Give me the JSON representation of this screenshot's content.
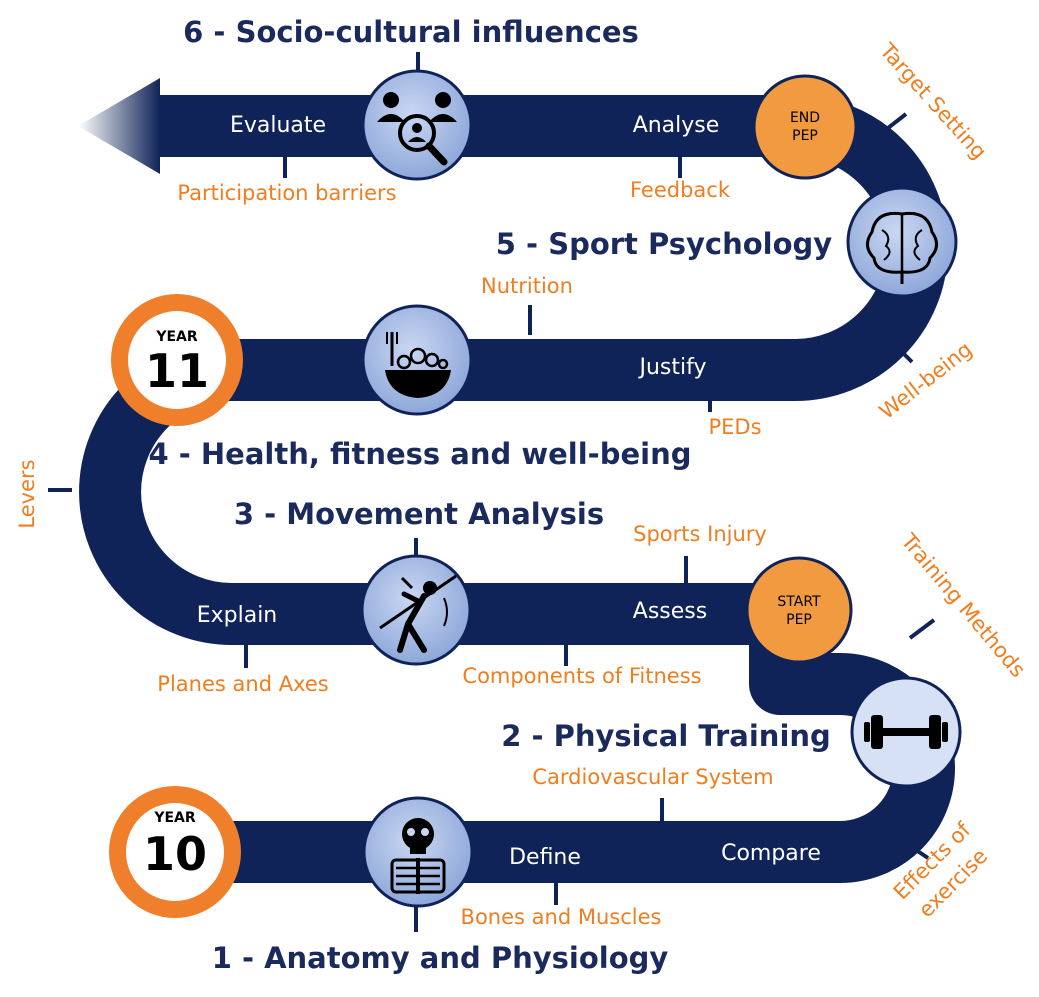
{
  "units": {
    "u1": "1 - Anatomy and Physiology",
    "u2": "2 - Physical Training",
    "u3": "3 - Movement Analysis",
    "u4": "4 - Health, fitness and well-being",
    "u5": "5 - Sport Psychology",
    "u6": "6 - Socio-cultural influences"
  },
  "skills": {
    "define": "Define",
    "compare": "Compare",
    "assess": "Assess",
    "explain": "Explain",
    "justify": "Justify",
    "analyse": "Analyse",
    "evaluate": "Evaluate"
  },
  "topics": {
    "bones_muscles": "Bones and Muscles",
    "cardio": "Cardiovascular System",
    "effects_of": "Effects of",
    "exercise": "exercise",
    "training_methods": "Training Methods",
    "components": "Components of Fitness",
    "sports_injury": "Sports Injury",
    "planes_axes": "Planes and Axes",
    "levers": "Levers",
    "peds": "PEDs",
    "well_being": "Well-being",
    "nutrition": "Nutrition",
    "feedback": "Feedback",
    "target_setting": "Target Setting",
    "participation": "Participation barriers"
  },
  "pep": {
    "start_1": "START",
    "start_2": "PEP",
    "end_1": "END",
    "end_2": "PEP"
  },
  "years": {
    "y10_label": "YEAR",
    "y10_num": "10",
    "y11_label": "YEAR",
    "y11_num": "11"
  },
  "colors": {
    "road": "#0f2358",
    "title": "#1b2a5c",
    "topic": "#f07d1e",
    "icon_circle": "#8fa9dc",
    "year_badge": "#ef7f2a",
    "pep_badge": "#f29a3f"
  },
  "icons": [
    "skeleton-icon",
    "dumbbell-icon",
    "javelin-thrower-icon",
    "nutrition-bowl-icon",
    "brain-icon",
    "people-search-icon"
  ]
}
